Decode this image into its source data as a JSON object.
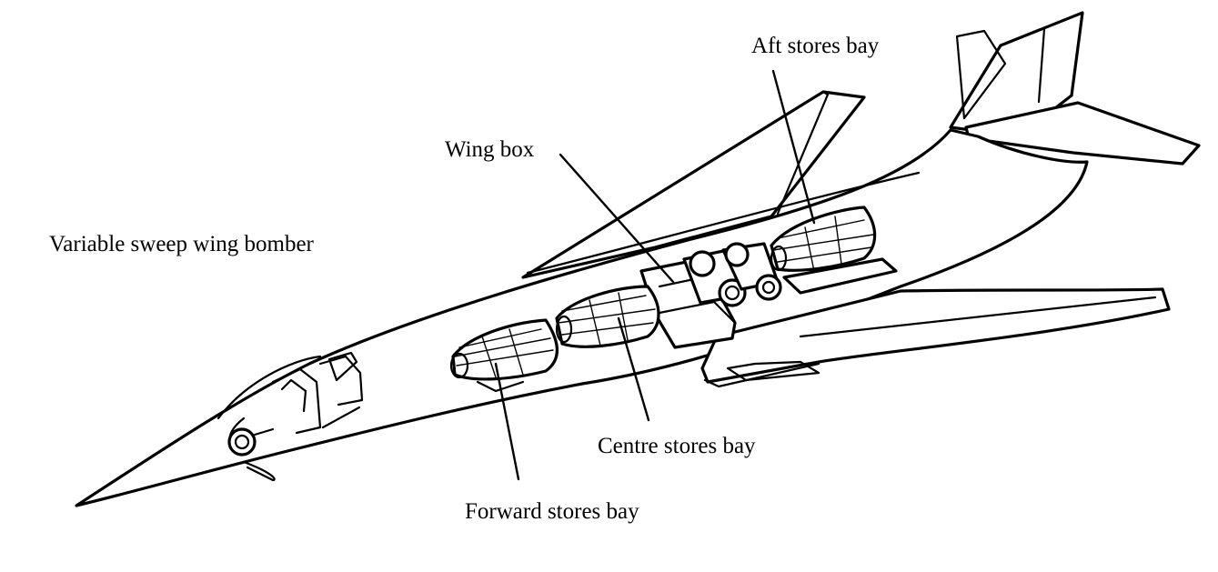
{
  "diagram": {
    "title": "Variable sweep wing bomber",
    "labels": {
      "aft_stores_bay": "Aft stores bay",
      "wing_box": "Wing box",
      "centre_stores_bay": "Centre stores bay",
      "forward_stores_bay": "Forward stores bay"
    }
  }
}
